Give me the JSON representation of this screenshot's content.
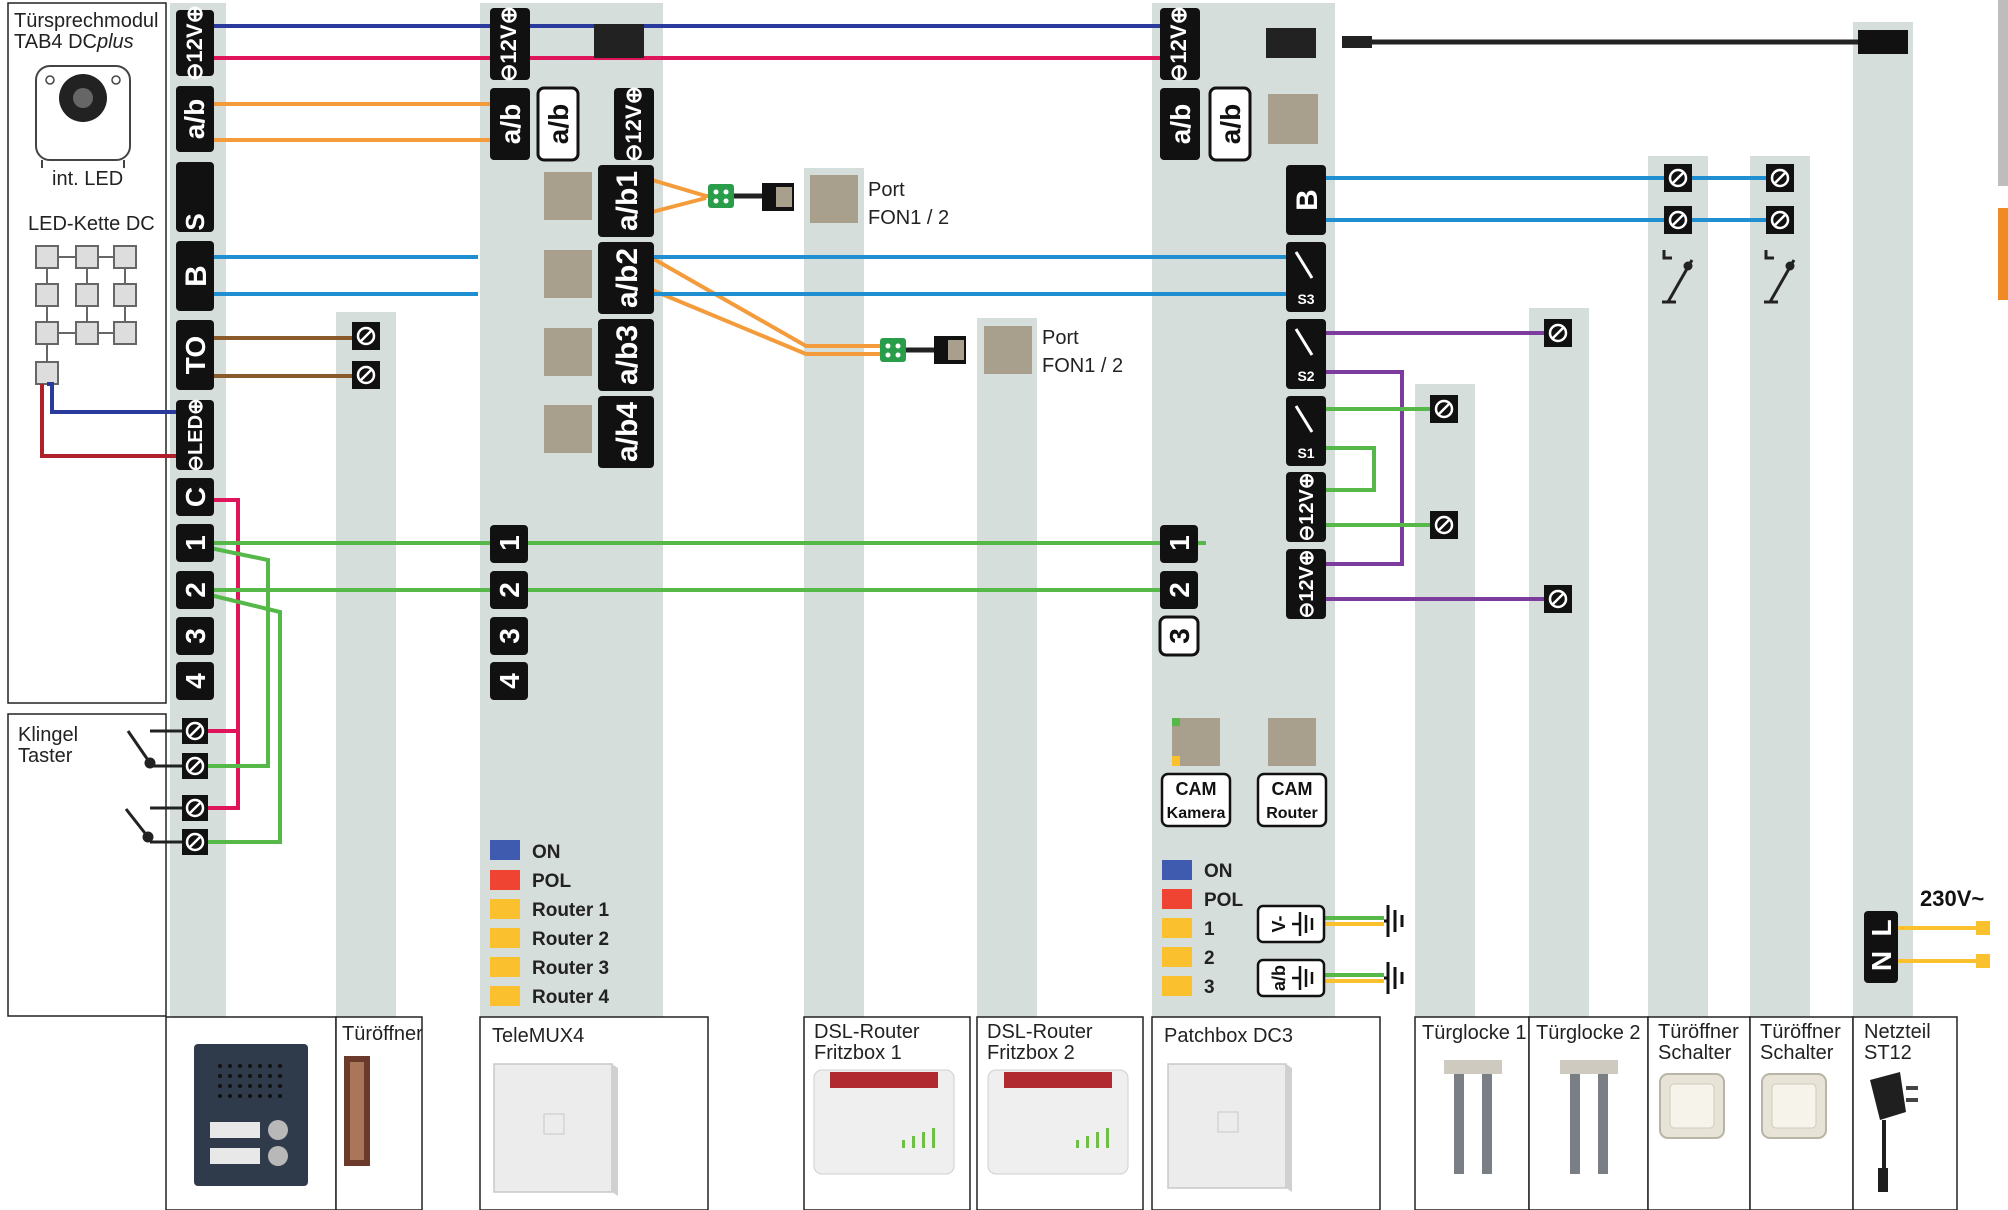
{
  "devices": {
    "door_module": {
      "title_line1": "Türsprechmodul",
      "title_line2": "TAB4 DC",
      "title_italic": "plus",
      "led_label": "int. LED"
    },
    "led_chain": {
      "title": "LED-Kette DC"
    },
    "bell_button": {
      "line1": "Klingel",
      "line2": "Taster"
    },
    "door_opener": "Türöffner",
    "telemux": "TeleMUX4",
    "dsl1": {
      "line1": "DSL-Router",
      "line2": "Fritzbox 1"
    },
    "dsl2": {
      "line1": "DSL-Router",
      "line2": "Fritzbox 2"
    },
    "patchbox": "Patchbox DC3",
    "chime1": "Türglocke 1",
    "chime2": "Türglocke 2",
    "switch1": {
      "line1": "Türöffner",
      "line2": "Schalter"
    },
    "switch2": {
      "line1": "Türöffner",
      "line2": "Schalter"
    },
    "psu": {
      "line1": "Netzteil",
      "line2": "ST12"
    }
  },
  "terminals": {
    "tab4": [
      "⊖12V⊕",
      "a/b",
      "S",
      "B",
      "TO",
      "⊖LED⊕",
      "C",
      "1",
      "2",
      "3",
      "4"
    ],
    "telemux": [
      "⊖12V⊕",
      "a/b",
      "a/b",
      "⊖12V⊕",
      "a/b1",
      "a/b2",
      "a/b3",
      "a/b4",
      "1",
      "2",
      "3",
      "4"
    ],
    "patchbox": [
      "⊖12V⊕",
      "a/b",
      "a/b",
      "B",
      "S3",
      "S2",
      "S1",
      "⊖12V⊕",
      "⊖12V⊕",
      "1",
      "2",
      "3"
    ],
    "cam1": {
      "line1": "CAM",
      "line2": "Kamera"
    },
    "cam2": {
      "line1": "CAM",
      "line2": "Router"
    },
    "psu_ln": [
      "L",
      "N"
    ],
    "gnd1": "V-",
    "gnd2": "a/b"
  },
  "ports": {
    "p1": {
      "line1": "Port",
      "line2": "FON1 / 2"
    },
    "p2": {
      "line1": "Port",
      "line2": "FON1 / 2"
    }
  },
  "legend_telemux": [
    "ON",
    "POL",
    "Router 1",
    "Router 2",
    "Router 3",
    "Router 4"
  ],
  "legend_patchbox": [
    "ON",
    "POL",
    "1",
    "2",
    "3"
  ],
  "mains_label": "230V~",
  "colors": {
    "column": "#d6dedb",
    "blue_dark": "#2a3a9c",
    "red": "#e0145a",
    "orange": "#f49b3c",
    "light_blue": "#1f8fd1",
    "brown": "#8b5a2b",
    "green": "#55b848",
    "purple": "#7c3c9e",
    "led_blue": "#3e5bb0",
    "led_red": "#ee4431",
    "led_yellow": "#fbc02d",
    "tan": "#a89f8c",
    "accent_orange": "#f08a24"
  }
}
